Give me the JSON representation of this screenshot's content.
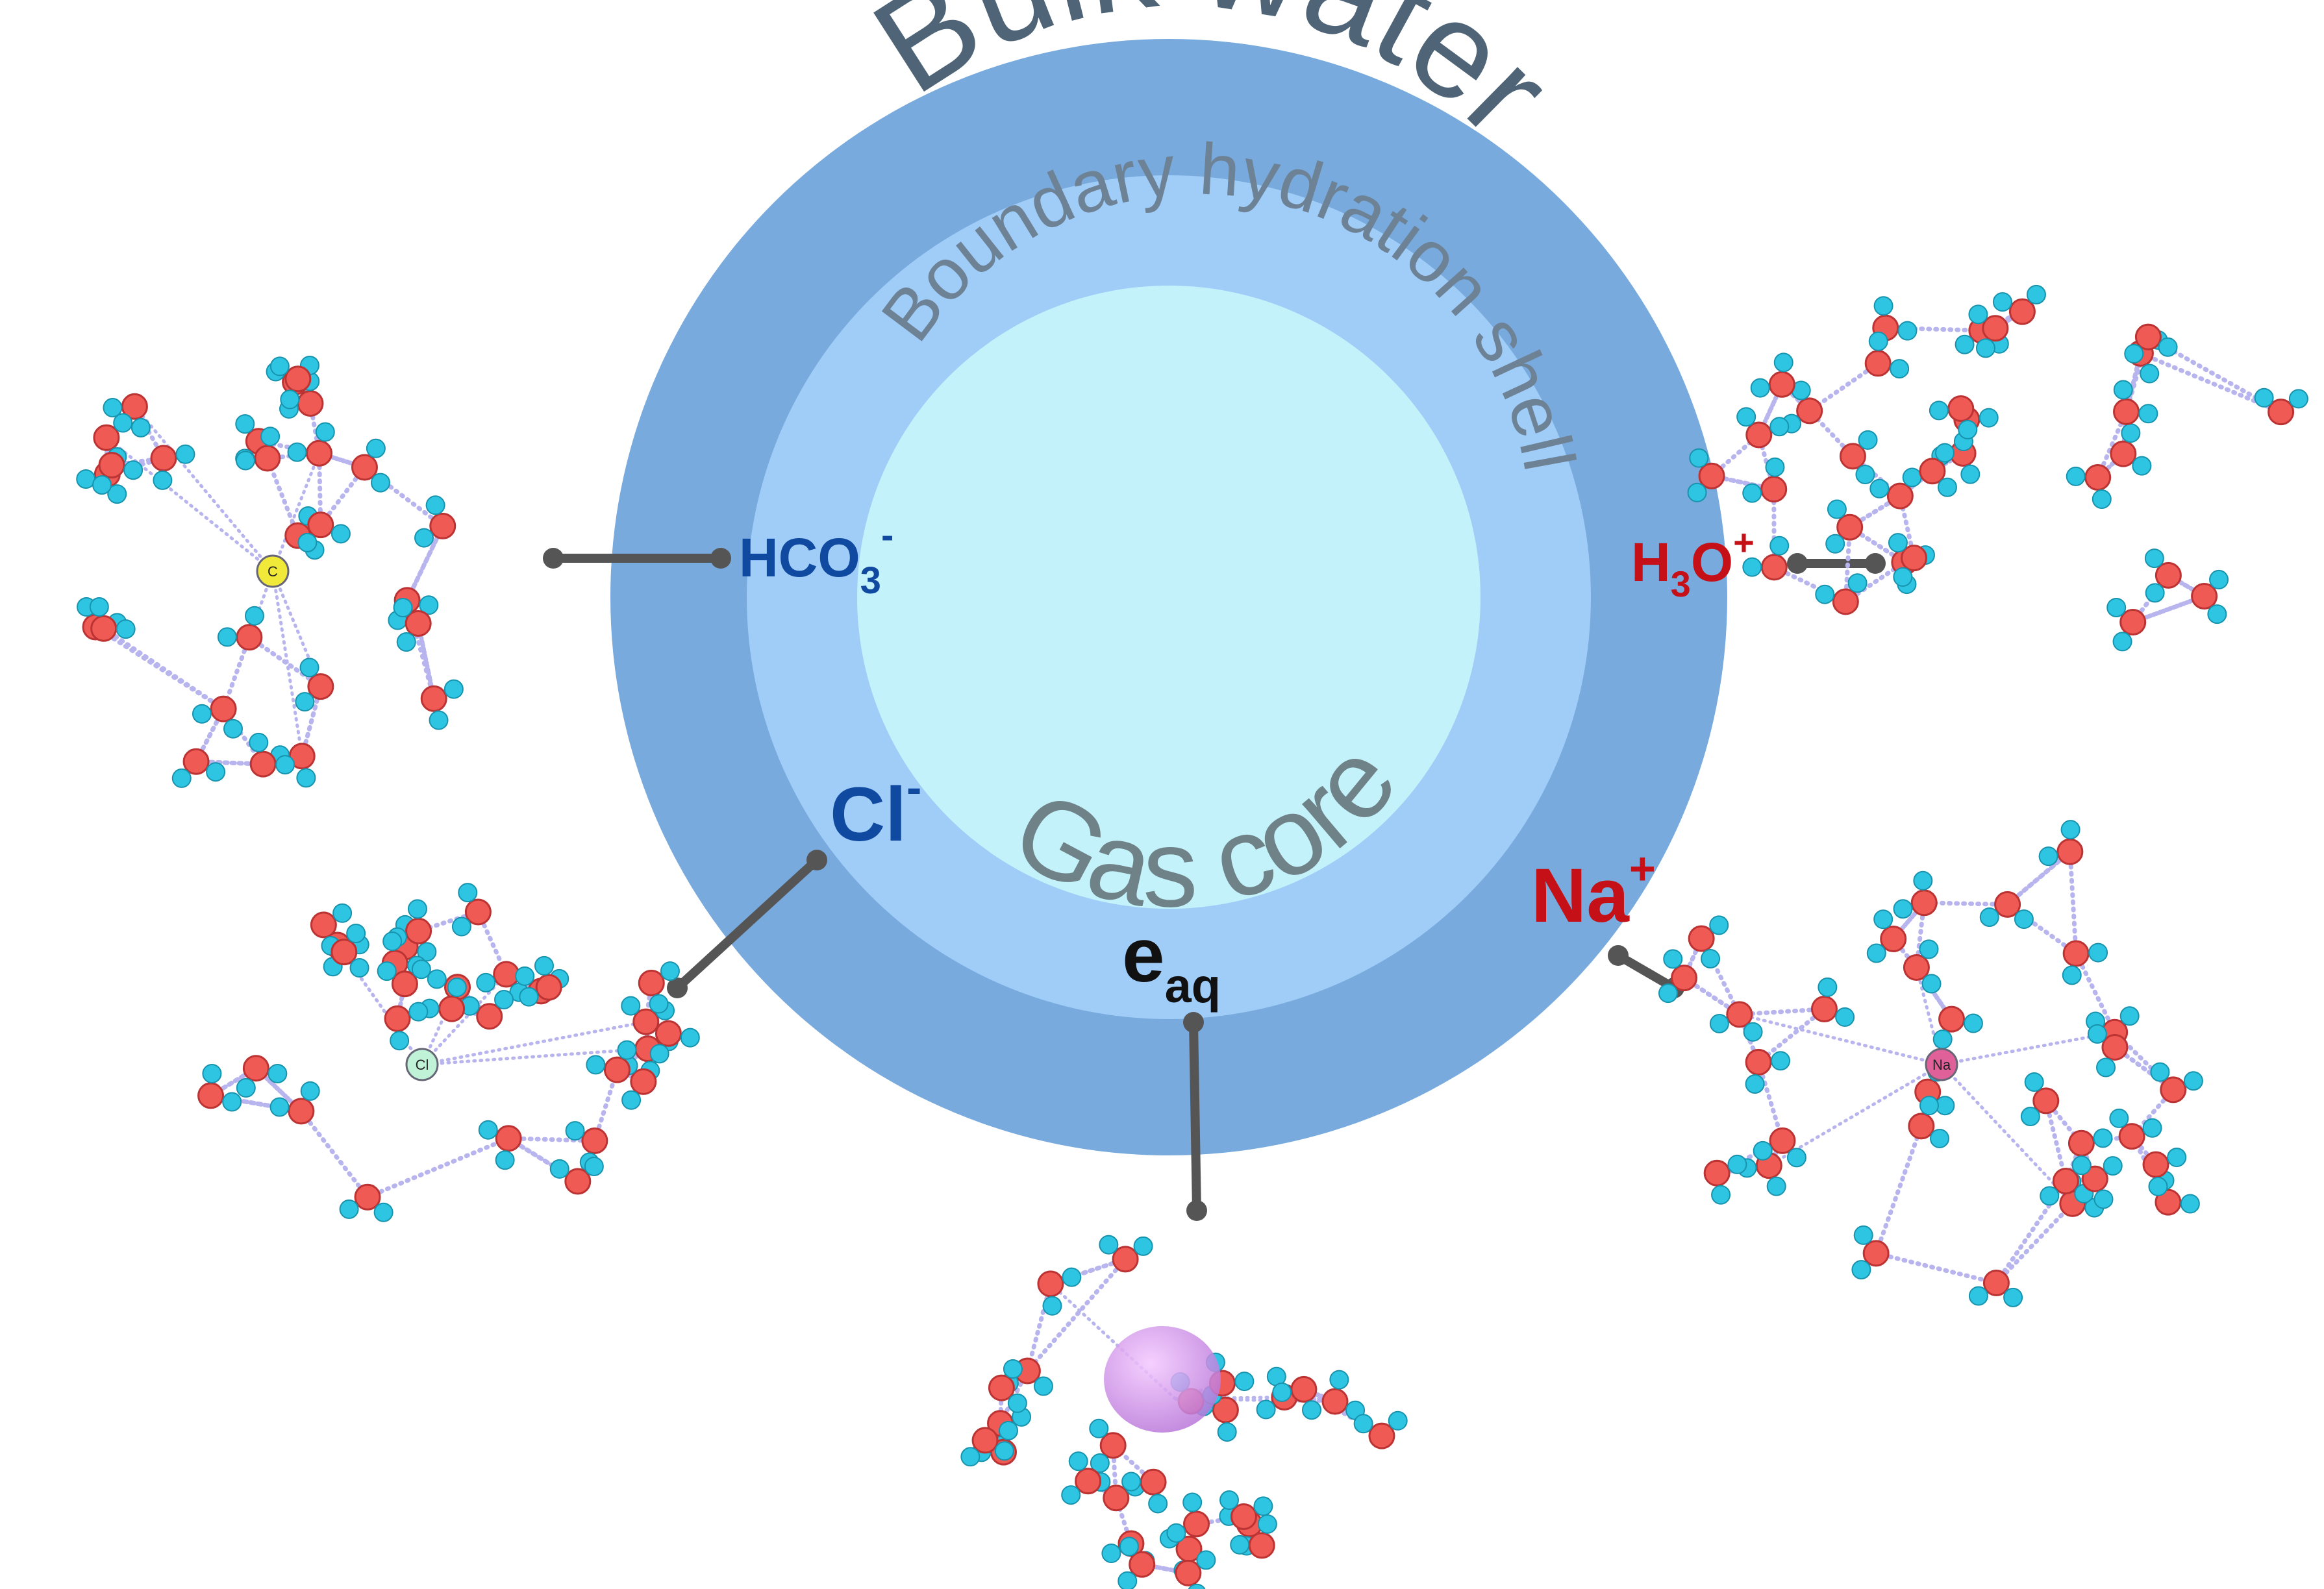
{
  "colors": {
    "outer_ring": "#78aadd",
    "middle_ring": "#a0ccf8",
    "core": "#c4f2fa",
    "bulk_text": "#4f6577",
    "shell_text": "#6e8296",
    "core_text": "#6e8288",
    "anion_label": "#0f4aa0",
    "cation_label": "#c41016",
    "electron_label": "#111111",
    "connector": "#555555",
    "oxygen": "#f05a55",
    "hydrogen": "#2ec5e3",
    "hbond": "#b7b4ee"
  },
  "rings": {
    "outer_label": "Bulk water",
    "middle_label": "Boundary hydration shell",
    "core_label": "Gas core"
  },
  "ions": {
    "hco3": {
      "base": "HCO",
      "sub": "3",
      "sup": "-"
    },
    "h3o": {
      "a": "H",
      "sub": "3",
      "b": "O",
      "sup": "+"
    },
    "cl": {
      "base": "Cl",
      "sup": "-"
    },
    "na": {
      "base": "Na",
      "sup": "+"
    },
    "eaq": {
      "base": "e",
      "sub": "aq"
    }
  },
  "clusters": [
    {
      "id": "hco3-cluster",
      "center_label": "C",
      "center_color": "#f1e93a",
      "seed": 11,
      "n": 26,
      "shape": "round"
    },
    {
      "id": "h3o-cluster",
      "center_label": "",
      "center_color": "",
      "seed": 23,
      "n": 30,
      "shape": "wide"
    },
    {
      "id": "cl-cluster",
      "center_label": "Cl",
      "center_color": "#bff2d6",
      "seed": 37,
      "n": 28,
      "shape": "wide"
    },
    {
      "id": "na-cluster",
      "center_label": "Na",
      "center_color": "#e0609a",
      "seed": 53,
      "n": 30,
      "shape": "round"
    },
    {
      "id": "eaq-cluster",
      "center_label": "",
      "center_color": "#c77ee0",
      "seed": 71,
      "n": 26,
      "shape": "round"
    }
  ]
}
